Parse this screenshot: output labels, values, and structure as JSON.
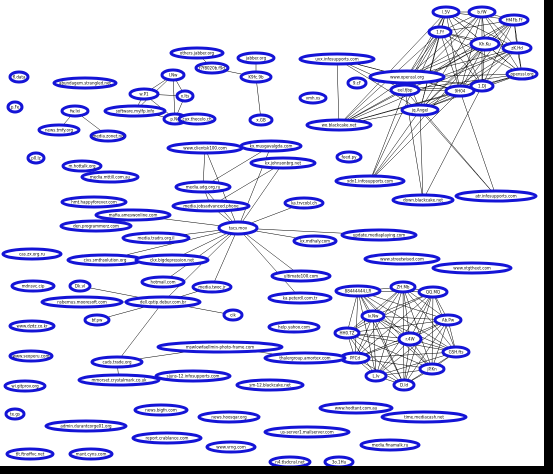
{
  "graph": {
    "node_stroke": "#1414d6",
    "background": "#ffffff",
    "nodes": [
      {
        "id": "n1",
        "label": "fl.data"
      },
      {
        "id": "n2",
        "label": "abundagem.strangled.net"
      },
      {
        "id": "n3",
        "label": "fw.lxi"
      },
      {
        "id": "n4",
        "label": "news.tmfy.org"
      },
      {
        "id": "n5",
        "label": "media.zonet.no"
      },
      {
        "id": "n6",
        "label": "p.Fe"
      },
      {
        "id": "n7",
        "label": "p0.lz"
      },
      {
        "id": "n8",
        "label": "m.hottalk.org"
      },
      {
        "id": "n9",
        "label": "media.mttill.com.au"
      },
      {
        "id": "n10",
        "label": "hmt.happyforever.com"
      },
      {
        "id": "n11",
        "label": "den.programmerz.com"
      },
      {
        "id": "n12",
        "label": "cas.zx.org.ru"
      },
      {
        "id": "n13",
        "label": "mdnsvc.cip"
      },
      {
        "id": "n14",
        "label": "www.dzdz.co.kr"
      },
      {
        "id": "n15",
        "label": "www.seoperu.com"
      },
      {
        "id": "n16",
        "label": "wi.gitprov.org"
      },
      {
        "id": "n17",
        "label": "te.gs"
      },
      {
        "id": "n18",
        "label": "tlt.ftnoffvc.net"
      },
      {
        "id": "n19",
        "label": "others.jabber.org"
      },
      {
        "id": "n20",
        "label": "jabber.org"
      },
      {
        "id": "n21",
        "label": "f7f8020b.f9d"
      },
      {
        "id": "n22",
        "label": "K9fc.9b"
      },
      {
        "id": "n23",
        "label": "I.Nw"
      },
      {
        "id": "n24",
        "label": "w.P1"
      },
      {
        "id": "n25",
        "label": "x.lts"
      },
      {
        "id": "n26",
        "label": "software.mylfp.info"
      },
      {
        "id": "n27",
        "label": "p.Ng"
      },
      {
        "id": "n28",
        "label": "cax.thecelo.ch"
      },
      {
        "id": "n29",
        "label": "x.GB"
      },
      {
        "id": "n30",
        "label": "uvx.infosupports.com"
      },
      {
        "id": "n31",
        "label": "vmh.xs"
      },
      {
        "id": "n32",
        "label": "9.cF"
      },
      {
        "id": "n33",
        "label": "www.openssl.org"
      },
      {
        "id": "n34",
        "label": "wo.blackcake.net"
      },
      {
        "id": "n35",
        "label": "l.5V"
      },
      {
        "id": "n36",
        "label": "b.fW"
      },
      {
        "id": "n37",
        "label": "Hf4Fb.Ff"
      },
      {
        "id": "n38",
        "label": "1.Ff"
      },
      {
        "id": "n39",
        "label": "Kh.Ku"
      },
      {
        "id": "n40",
        "label": "zK.Hd"
      },
      {
        "id": "n41",
        "label": "openssl.org"
      },
      {
        "id": "n42",
        "label": "1.DJ"
      },
      {
        "id": "n43",
        "label": "eel.fjbp"
      },
      {
        "id": "n44",
        "label": "9H04"
      },
      {
        "id": "n45",
        "label": "jq.Angel"
      },
      {
        "id": "n46",
        "label": "www.clientsk100.com"
      },
      {
        "id": "n47",
        "label": "kx.musgavalgda.com"
      },
      {
        "id": "n48",
        "label": "kx.johnsonbrg.net"
      },
      {
        "id": "n49",
        "label": "feed.py"
      },
      {
        "id": "n50",
        "label": "xdn1.infosupports.com"
      },
      {
        "id": "n51",
        "label": "down.blackcake.net"
      },
      {
        "id": "n52",
        "label": "atr.infosupports.com"
      },
      {
        "id": "n53",
        "label": "media.adg.org.ru"
      },
      {
        "id": "n54",
        "label": "media.jobsadvanced.phone"
      },
      {
        "id": "n55",
        "label": "mafia.ameswonline.com"
      },
      {
        "id": "n56",
        "label": "media.tradrs.org.il"
      },
      {
        "id": "n57",
        "label": "tacs.mov"
      },
      {
        "id": "n58",
        "label": "ka.trvcobl.ch"
      },
      {
        "id": "n59",
        "label": "kx.mdhaly.com"
      },
      {
        "id": "n60",
        "label": "update.mediaplaying.com"
      },
      {
        "id": "n61",
        "label": "civs.smthsolution.org"
      },
      {
        "id": "n62",
        "label": "ckx.bigdepression.net"
      },
      {
        "id": "n63",
        "label": "hotmail.com"
      },
      {
        "id": "n64",
        "label": "www.streetwised.com"
      },
      {
        "id": "n65",
        "label": "www.xtgtheet.com"
      },
      {
        "id": "n66",
        "label": "Dk.vl"
      },
      {
        "id": "n67",
        "label": "ultimate100.com"
      },
      {
        "id": "n68",
        "label": "media.twoc.jr"
      },
      {
        "id": "n69",
        "label": "ka.peterdl.com.tr"
      },
      {
        "id": "n70",
        "label": "nsbemus.mooresoft.com"
      },
      {
        "id": "n71",
        "label": "dell.qstip.debur.com.br"
      },
      {
        "id": "n72",
        "label": "cik"
      },
      {
        "id": "n73",
        "label": "bf.pw"
      },
      {
        "id": "n74",
        "label": "help.yahoo.com"
      },
      {
        "id": "n75",
        "label": "88444444.LR"
      },
      {
        "id": "n76",
        "label": "ZH.Mb"
      },
      {
        "id": "n77",
        "label": "QQ.MQ"
      },
      {
        "id": "n78",
        "label": "lv.Nw"
      },
      {
        "id": "n79",
        "label": "Ab.Pw"
      },
      {
        "id": "n80",
        "label": "HH0.TZ"
      },
      {
        "id": "n81",
        "label": "r.4W"
      },
      {
        "id": "n82",
        "label": "GSH.fts"
      },
      {
        "id": "n83",
        "label": "PFCd"
      },
      {
        "id": "n84",
        "label": "jP.Kn"
      },
      {
        "id": "n85",
        "label": "L.Iv"
      },
      {
        "id": "n86",
        "label": "D.ld"
      },
      {
        "id": "n87",
        "label": "cads.trade.org"
      },
      {
        "id": "n88",
        "label": "mswlowfaellmin-photo-frame.com"
      },
      {
        "id": "n89",
        "label": "thalergroup.amortex.com"
      },
      {
        "id": "n90",
        "label": "mmorset.crystalmark.co.uk"
      },
      {
        "id": "n91",
        "label": "sjuns-12.infosupports.com"
      },
      {
        "id": "n92",
        "label": "sm-12.blackcake.net"
      },
      {
        "id": "n93",
        "label": "admin.durantcorge01.org"
      },
      {
        "id": "n94",
        "label": "news.bigfn.com"
      },
      {
        "id": "n95",
        "label": "news.hoosqar.org"
      },
      {
        "id": "n96",
        "label": "www.hodtant.com.au"
      },
      {
        "id": "n97",
        "label": "time.mediacash.net"
      },
      {
        "id": "n98",
        "label": "report.crablance.com"
      },
      {
        "id": "n99",
        "label": "www.vrng.com"
      },
      {
        "id": "n100",
        "label": "us-server1.mailserver.com"
      },
      {
        "id": "n101",
        "label": "media.finamalk.ru"
      },
      {
        "id": "n102",
        "label": "mant.cyns.com"
      },
      {
        "id": "n103",
        "label": "n4.tlsdcnsl.net"
      },
      {
        "id": "n104",
        "label": "3o.1Hu"
      }
    ],
    "edges": [
      [
        "n23",
        "n24"
      ],
      [
        "n23",
        "n25"
      ],
      [
        "n23",
        "n26"
      ],
      [
        "n24",
        "n26"
      ],
      [
        "n24",
        "n27"
      ],
      [
        "n25",
        "n27"
      ],
      [
        "n26",
        "n27"
      ],
      [
        "n24",
        "n25"
      ],
      [
        "n23",
        "n27"
      ],
      [
        "n19",
        "n21"
      ],
      [
        "n20",
        "n22"
      ],
      [
        "n21",
        "n22"
      ],
      [
        "n22",
        "n29"
      ],
      [
        "n3",
        "n4"
      ],
      [
        "n3",
        "n5"
      ],
      [
        "n33",
        "n34"
      ],
      [
        "n33",
        "n45"
      ],
      [
        "n33",
        "n44"
      ],
      [
        "n33",
        "n43"
      ],
      [
        "n33",
        "n42"
      ],
      [
        "n33",
        "n38"
      ],
      [
        "n33",
        "n39"
      ],
      [
        "n33",
        "n40"
      ],
      [
        "n33",
        "n35"
      ],
      [
        "n33",
        "n36"
      ],
      [
        "n33",
        "n41"
      ],
      [
        "n33",
        "n37"
      ],
      [
        "n30",
        "n34"
      ],
      [
        "n30",
        "n33"
      ],
      [
        "n30",
        "n43"
      ],
      [
        "n30",
        "n45"
      ],
      [
        "n30",
        "n44"
      ],
      [
        "n34",
        "n45"
      ],
      [
        "n34",
        "n44"
      ],
      [
        "n34",
        "n43"
      ],
      [
        "n34",
        "n39"
      ],
      [
        "n34",
        "n38"
      ],
      [
        "n34",
        "n42"
      ],
      [
        "n34",
        "n35"
      ],
      [
        "n34",
        "n40"
      ],
      [
        "n45",
        "n50"
      ],
      [
        "n45",
        "n51"
      ],
      [
        "n45",
        "n52"
      ],
      [
        "n43",
        "n50"
      ],
      [
        "n44",
        "n50"
      ],
      [
        "n43",
        "n51"
      ],
      [
        "n44",
        "n52"
      ],
      [
        "n43",
        "n52"
      ],
      [
        "n42",
        "n51"
      ],
      [
        "n38",
        "n50"
      ],
      [
        "n39",
        "n50"
      ],
      [
        "n45",
        "n44"
      ],
      [
        "n43",
        "n44"
      ],
      [
        "n35",
        "n36"
      ],
      [
        "n35",
        "n37"
      ],
      [
        "n35",
        "n38"
      ],
      [
        "n35",
        "n39"
      ],
      [
        "n35",
        "n40"
      ],
      [
        "n35",
        "n41"
      ],
      [
        "n35",
        "n42"
      ],
      [
        "n35",
        "n43"
      ],
      [
        "n35",
        "n44"
      ],
      [
        "n35",
        "n45"
      ],
      [
        "n36",
        "n37"
      ],
      [
        "n36",
        "n38"
      ],
      [
        "n36",
        "n39"
      ],
      [
        "n36",
        "n40"
      ],
      [
        "n36",
        "n41"
      ],
      [
        "n36",
        "n42"
      ],
      [
        "n36",
        "n43"
      ],
      [
        "n36",
        "n44"
      ],
      [
        "n36",
        "n45"
      ],
      [
        "n37",
        "n38"
      ],
      [
        "n37",
        "n39"
      ],
      [
        "n37",
        "n40"
      ],
      [
        "n37",
        "n41"
      ],
      [
        "n37",
        "n42"
      ],
      [
        "n37",
        "n43"
      ],
      [
        "n37",
        "n44"
      ],
      [
        "n37",
        "n45"
      ],
      [
        "n38",
        "n39"
      ],
      [
        "n38",
        "n40"
      ],
      [
        "n38",
        "n41"
      ],
      [
        "n38",
        "n42"
      ],
      [
        "n38",
        "n43"
      ],
      [
        "n38",
        "n44"
      ],
      [
        "n38",
        "n45"
      ],
      [
        "n39",
        "n40"
      ],
      [
        "n39",
        "n41"
      ],
      [
        "n39",
        "n42"
      ],
      [
        "n39",
        "n43"
      ],
      [
        "n39",
        "n44"
      ],
      [
        "n39",
        "n45"
      ],
      [
        "n40",
        "n41"
      ],
      [
        "n40",
        "n42"
      ],
      [
        "n40",
        "n43"
      ],
      [
        "n40",
        "n44"
      ],
      [
        "n40",
        "n45"
      ],
      [
        "n41",
        "n42"
      ],
      [
        "n41",
        "n43"
      ],
      [
        "n41",
        "n44"
      ],
      [
        "n41",
        "n45"
      ],
      [
        "n42",
        "n43"
      ],
      [
        "n42",
        "n44"
      ],
      [
        "n42",
        "n45"
      ],
      [
        "n46",
        "n53"
      ],
      [
        "n47",
        "n53"
      ],
      [
        "n53",
        "n54"
      ],
      [
        "n48",
        "n54"
      ],
      [
        "n57",
        "n54"
      ],
      [
        "n57",
        "n55"
      ],
      [
        "n57",
        "n56"
      ],
      [
        "n57",
        "n58"
      ],
      [
        "n57",
        "n59"
      ],
      [
        "n57",
        "n60"
      ],
      [
        "n57",
        "n61"
      ],
      [
        "n57",
        "n62"
      ],
      [
        "n57",
        "n63"
      ],
      [
        "n57",
        "n67"
      ],
      [
        "n57",
        "n68"
      ],
      [
        "n57",
        "n69"
      ],
      [
        "n57",
        "n71"
      ],
      [
        "n57",
        "n53"
      ],
      [
        "n57",
        "n46"
      ],
      [
        "n57",
        "n47"
      ],
      [
        "n57",
        "n48"
      ],
      [
        "n71",
        "n70"
      ],
      [
        "n71",
        "n73"
      ],
      [
        "n71",
        "n66"
      ],
      [
        "n71",
        "n72"
      ],
      [
        "n71",
        "n87"
      ],
      [
        "n71",
        "n68"
      ],
      [
        "n87",
        "n90"
      ],
      [
        "n87",
        "n88"
      ],
      [
        "n88",
        "n89"
      ],
      [
        "n75",
        "n76"
      ],
      [
        "n75",
        "n77"
      ],
      [
        "n75",
        "n78"
      ],
      [
        "n75",
        "n79"
      ],
      [
        "n75",
        "n80"
      ],
      [
        "n75",
        "n81"
      ],
      [
        "n75",
        "n82"
      ],
      [
        "n75",
        "n83"
      ],
      [
        "n75",
        "n84"
      ],
      [
        "n75",
        "n85"
      ],
      [
        "n75",
        "n86"
      ],
      [
        "n76",
        "n77"
      ],
      [
        "n76",
        "n78"
      ],
      [
        "n76",
        "n79"
      ],
      [
        "n76",
        "n80"
      ],
      [
        "n76",
        "n81"
      ],
      [
        "n76",
        "n82"
      ],
      [
        "n76",
        "n83"
      ],
      [
        "n76",
        "n84"
      ],
      [
        "n76",
        "n85"
      ],
      [
        "n76",
        "n86"
      ],
      [
        "n77",
        "n78"
      ],
      [
        "n77",
        "n79"
      ],
      [
        "n77",
        "n80"
      ],
      [
        "n77",
        "n81"
      ],
      [
        "n77",
        "n82"
      ],
      [
        "n77",
        "n83"
      ],
      [
        "n77",
        "n84"
      ],
      [
        "n77",
        "n85"
      ],
      [
        "n77",
        "n86"
      ],
      [
        "n78",
        "n79"
      ],
      [
        "n78",
        "n80"
      ],
      [
        "n78",
        "n81"
      ],
      [
        "n78",
        "n82"
      ],
      [
        "n78",
        "n83"
      ],
      [
        "n78",
        "n84"
      ],
      [
        "n78",
        "n85"
      ],
      [
        "n78",
        "n86"
      ],
      [
        "n79",
        "n80"
      ],
      [
        "n79",
        "n81"
      ],
      [
        "n79",
        "n82"
      ],
      [
        "n79",
        "n83"
      ],
      [
        "n79",
        "n84"
      ],
      [
        "n79",
        "n85"
      ],
      [
        "n79",
        "n86"
      ],
      [
        "n80",
        "n81"
      ],
      [
        "n80",
        "n82"
      ],
      [
        "n80",
        "n83"
      ],
      [
        "n80",
        "n84"
      ],
      [
        "n80",
        "n85"
      ],
      [
        "n80",
        "n86"
      ],
      [
        "n81",
        "n82"
      ],
      [
        "n81",
        "n83"
      ],
      [
        "n81",
        "n84"
      ],
      [
        "n81",
        "n85"
      ],
      [
        "n81",
        "n86"
      ],
      [
        "n82",
        "n83"
      ],
      [
        "n82",
        "n84"
      ],
      [
        "n82",
        "n85"
      ],
      [
        "n82",
        "n86"
      ],
      [
        "n83",
        "n84"
      ],
      [
        "n83",
        "n85"
      ],
      [
        "n83",
        "n86"
      ],
      [
        "n84",
        "n85"
      ],
      [
        "n84",
        "n86"
      ],
      [
        "n85",
        "n86"
      ]
    ]
  }
}
